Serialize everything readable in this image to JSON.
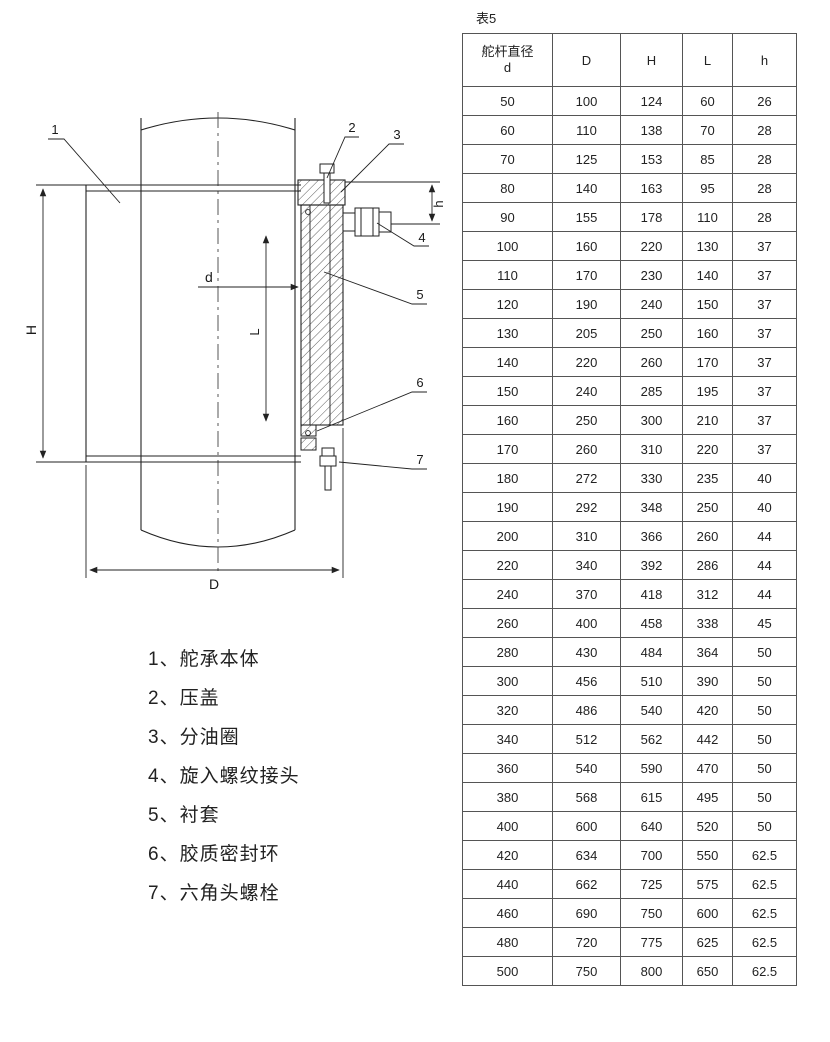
{
  "table": {
    "caption": "表5",
    "col_headers": [
      "舵杆直径",
      "D",
      "H",
      "L",
      "h"
    ],
    "col1_subline": "d",
    "rows": [
      [
        50,
        100,
        124,
        60,
        26
      ],
      [
        60,
        110,
        138,
        70,
        28
      ],
      [
        70,
        125,
        153,
        85,
        28
      ],
      [
        80,
        140,
        163,
        95,
        28
      ],
      [
        90,
        155,
        178,
        110,
        28
      ],
      [
        100,
        160,
        220,
        130,
        37
      ],
      [
        110,
        170,
        230,
        140,
        37
      ],
      [
        120,
        190,
        240,
        150,
        37
      ],
      [
        130,
        205,
        250,
        160,
        37
      ],
      [
        140,
        220,
        260,
        170,
        37
      ],
      [
        150,
        240,
        285,
        195,
        37
      ],
      [
        160,
        250,
        300,
        210,
        37
      ],
      [
        170,
        260,
        310,
        220,
        37
      ],
      [
        180,
        272,
        330,
        235,
        40
      ],
      [
        190,
        292,
        348,
        250,
        40
      ],
      [
        200,
        310,
        366,
        260,
        44
      ],
      [
        220,
        340,
        392,
        286,
        44
      ],
      [
        240,
        370,
        418,
        312,
        44
      ],
      [
        260,
        400,
        458,
        338,
        45
      ],
      [
        280,
        430,
        484,
        364,
        50
      ],
      [
        300,
        456,
        510,
        390,
        50
      ],
      [
        320,
        486,
        540,
        420,
        50
      ],
      [
        340,
        512,
        562,
        442,
        50
      ],
      [
        360,
        540,
        590,
        470,
        50
      ],
      [
        380,
        568,
        615,
        495,
        50
      ],
      [
        400,
        600,
        640,
        520,
        50
      ],
      [
        420,
        634,
        700,
        550,
        62.5
      ],
      [
        440,
        662,
        725,
        575,
        62.5
      ],
      [
        460,
        690,
        750,
        600,
        62.5
      ],
      [
        480,
        720,
        775,
        625,
        62.5
      ],
      [
        500,
        750,
        800,
        650,
        62.5
      ]
    ]
  },
  "legend": {
    "items": [
      "1、舵承本体",
      "2、压盖",
      "3、分油圈",
      "4、旋入螺纹接头",
      "5、衬套",
      "6、胶质密封环",
      "7、六角头螺栓"
    ]
  },
  "drawing": {
    "part_labels": [
      "1",
      "2",
      "3",
      "4",
      "5",
      "6",
      "7"
    ],
    "dim_labels": {
      "d": "d",
      "D": "D",
      "H": "H",
      "L": "L",
      "h": "h"
    }
  }
}
